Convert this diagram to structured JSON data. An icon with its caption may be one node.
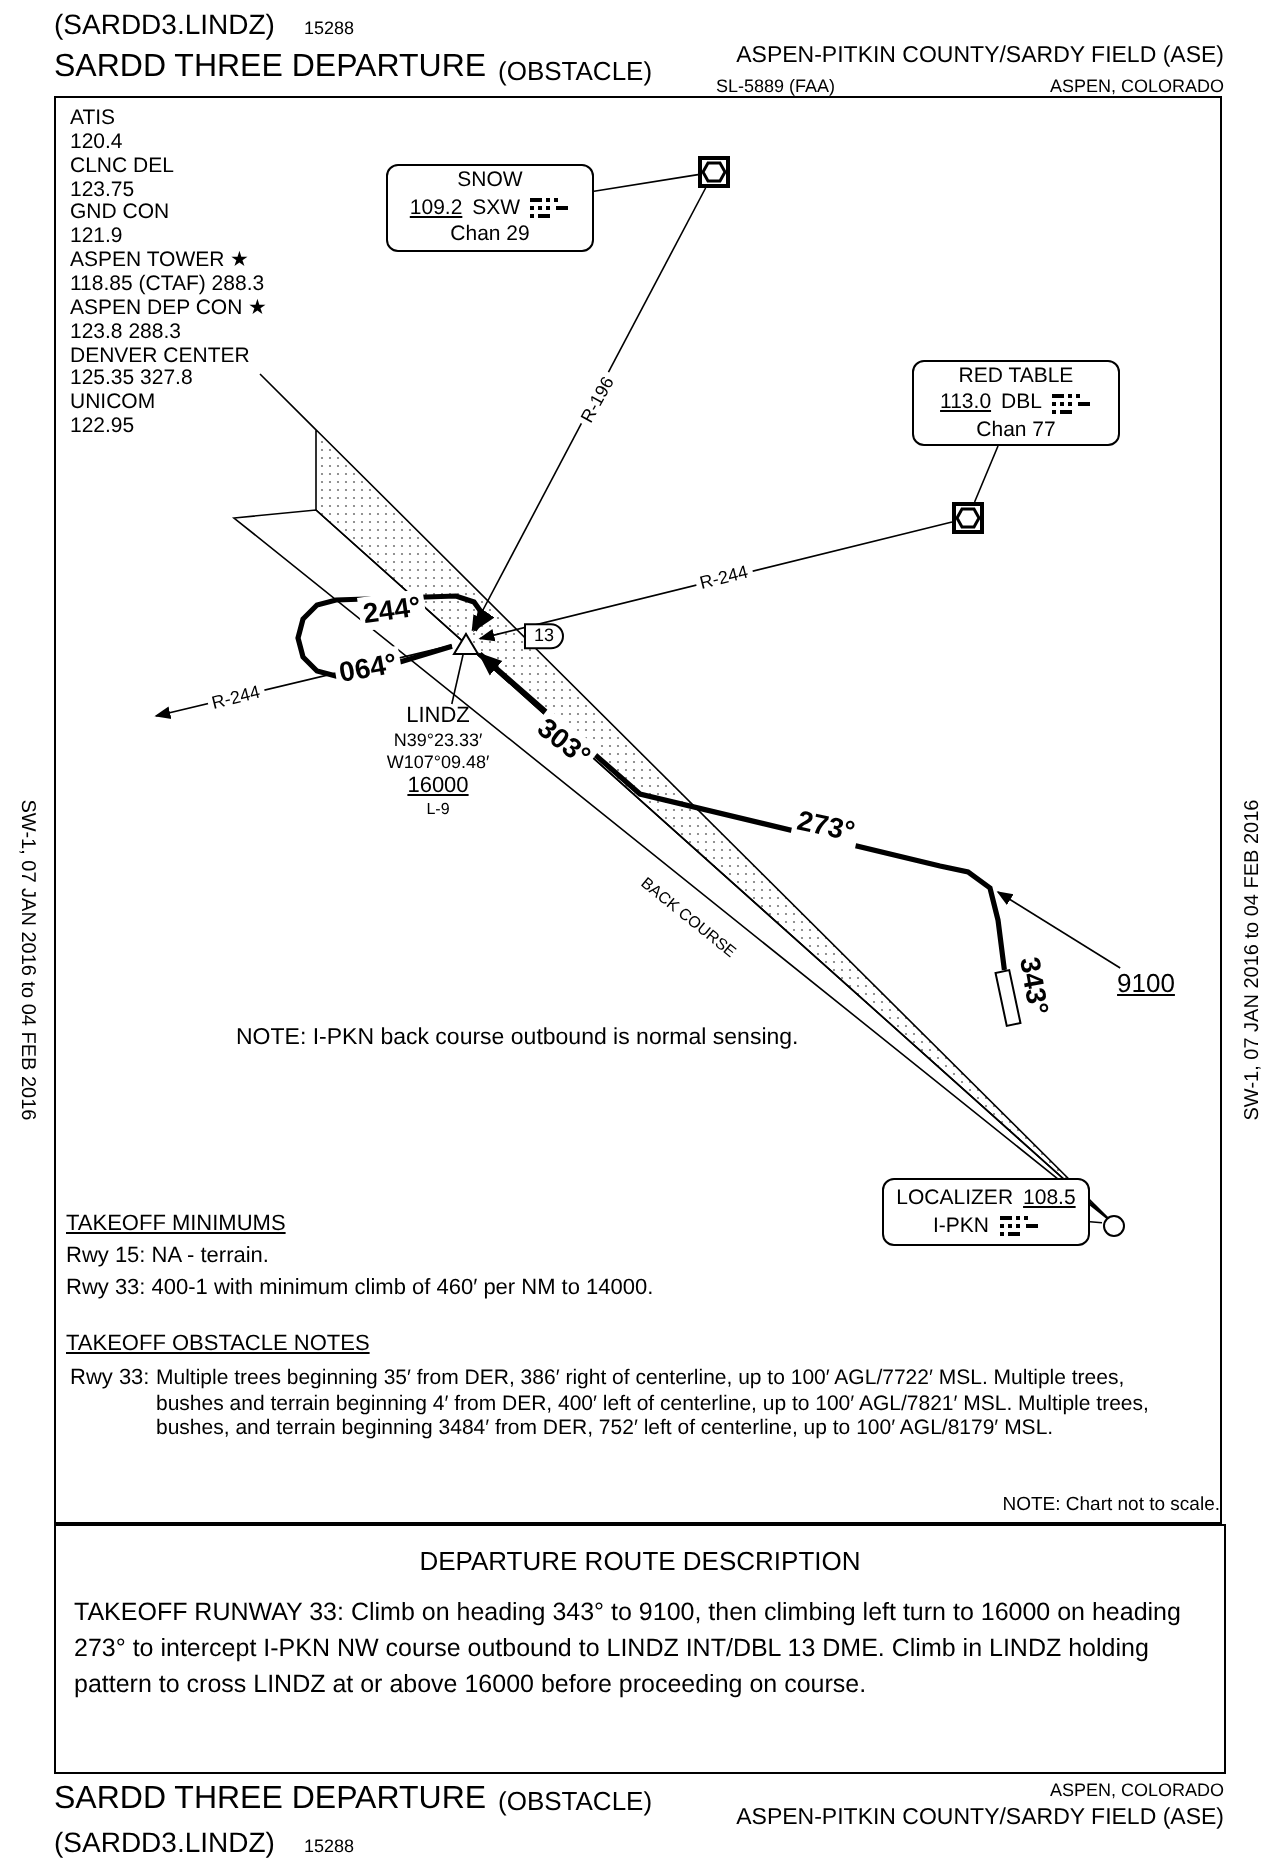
{
  "diagram": {
    "title": "SARDD THREE DEPARTURE",
    "nodes": [
      {
        "text": [
          "SNOW",
          "109.2",
          "SXW",
          "Chan 29"
        ]
      },
      {
        "text": [],
        "shape": "box"
      },
      {
        "text": [
          "RED TABLE",
          "113.0",
          "DBL",
          "Chan 77"
        ]
      },
      {
        "text": [],
        "shape": "box"
      },
      {
        "text": [],
        "shape": "triangle"
      },
      {
        "text": [
          "LINDZ",
          "N39°23.33′",
          "W107°09.48′",
          "16000",
          "L-9"
        ]
      },
      {
        "text": [],
        "shape": "circle"
      },
      {
        "text": [
          "LOCALIZER",
          "108.5",
          "I-PKN"
        ]
      },
      {
        "text": [],
        "shape": "bar"
      },
      {
        "text": [
          "9100"
        ]
      },
      {
        "text": [
          "DEPARTURE ROUTE DESCRIPTION",
          "TAKEOFF RUNWAY 33: Climb on heading 343° to 9100, then climbing left turn to 16000 on heading 273° to intercept I-PKN NW course outbound to LINDZ INT/DBL 13 DME. Climb in LINDZ holding pattern to cross LINDZ at or above 16000 before proceeding on course."
        ]
      }
    ],
    "edges": [
      {
        "from": 0,
        "to": 1,
        "arrow": "none"
      },
      {
        "from": 2,
        "to": 3,
        "arrow": "none"
      },
      {
        "from": 7,
        "to": 6,
        "arrow": "none"
      },
      {
        "from": 5,
        "to": 4,
        "arrow": "none"
      },
      {
        "from": 1,
        "to": 4,
        "arrow": "to",
        "label": "R-196"
      },
      {
        "from": 3,
        "to": 4,
        "arrow": "to",
        "label": "R-244"
      },
      {
        "from": 4,
        "to": null,
        "arrow": "to",
        "label": "R-244"
      },
      {
        "from": 8,
        "to": 4,
        "arrow": "to",
        "style": "thick"
      },
      {
        "from": 4,
        "to": 4,
        "arrow": "to",
        "style": "thick"
      },
      {
        "from": 9,
        "to": null,
        "arrow": "to"
      }
    ],
    "labels": [
      "(SARDD3.LINDZ)",
      "15288",
      "(OBSTACLE)",
      "ASPEN-PITKIN COUNTY/SARDY FIELD (ASE)",
      "SL-5889 (FAA)",
      "ASPEN, COLORADO",
      "ATIS",
      "120.4",
      "CLNC DEL",
      "123.75",
      "GND CON",
      "121.9",
      "ASPEN TOWER ★",
      "118.85 (CTAF) 288.3",
      "ASPEN DEP CON ★",
      "123.8 288.3",
      "DENVER CENTER",
      "125.35 327.8",
      "UNICOM",
      "122.95",
      "SW-1, 07 JAN 2016 to 04 FEB 2016",
      "SW-1, 07 JAN 2016 to 04 FEB 2016",
      "13",
      "244°",
      "064°",
      "303°",
      "273°",
      "343°",
      "BACK COURSE",
      "NOTE: I-PKN back course outbound is normal sensing.",
      "TAKEOFF MINIMUMS",
      "Rwy 15: NA - terrain.",
      "Rwy 33: 400-1 with minimum climb of 460′ per NM to 14000.",
      "TAKEOFF OBSTACLE NOTES",
      "Rwy 33:",
      "Multiple trees beginning 35′ from DER, 386′ right of centerline, up to 100′ AGL/7722′ MSL. Multiple trees, bushes and terrain beginning 4′ from DER, 400′ left of centerline, up to 100′ AGL/7821′ MSL. Multiple trees, bushes, and terrain beginning 3484′ from DER, 752′ left of centerline, up to 100′ AGL/8179′ MSL.",
      "NOTE: Chart not to scale.",
      "SARDD THREE DEPARTURE",
      "(OBSTACLE)",
      "(SARDD3.LINDZ)",
      "15288",
      "ASPEN, COLORADO",
      "ASPEN-PITKIN COUNTY/SARDY FIELD (ASE)"
    ]
  }
}
